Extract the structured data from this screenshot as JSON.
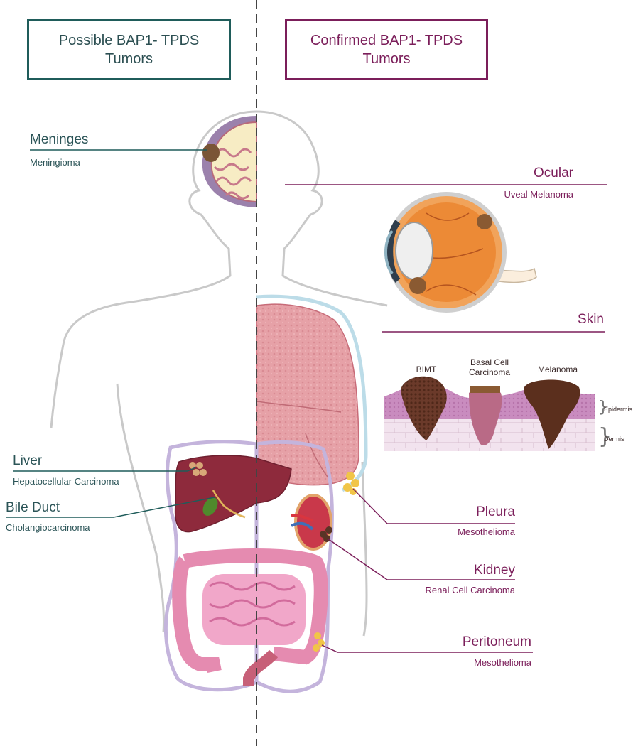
{
  "headers": {
    "possible": [
      "Possible BAP1- TPDS",
      "Tumors"
    ],
    "confirmed": [
      "Confirmed BAP1- TPDS",
      "Tumors"
    ]
  },
  "possible_tumors": [
    {
      "organ": "Meninges",
      "tumor": "Meningioma"
    },
    {
      "organ": "Liver",
      "tumor": "Hepatocellular Carcinoma"
    },
    {
      "organ": "Bile Duct",
      "tumor": "Cholangiocarcinoma"
    }
  ],
  "confirmed_tumors": [
    {
      "organ": "Ocular",
      "tumor": "Uveal Melanoma"
    },
    {
      "organ": "Skin",
      "tumor": ""
    },
    {
      "organ": "Pleura",
      "tumor": "Mesothelioma"
    },
    {
      "organ": "Kidney",
      "tumor": "Renal Cell Carcinoma"
    },
    {
      "organ": "Peritoneum",
      "tumor": "Mesothelioma"
    }
  ],
  "skin_lesions": [
    "BIMT",
    "Basal Cell Carcinoma",
    "Melanoma"
  ],
  "skin_layers": [
    "Epidermis",
    "Dermis"
  ],
  "colors": {
    "possible": "#1f5c5a",
    "confirmed": "#7b1e5a",
    "body_outline": "#c9c9c9",
    "lung": "#e39aa0",
    "liver": "#8e2a3c",
    "intestine": "#e58bb0"
  }
}
